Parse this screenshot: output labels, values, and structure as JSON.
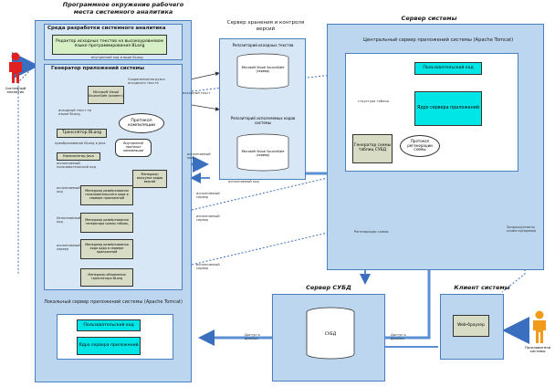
{
  "left_region": {
    "title": "Программное окружение рабочего места системного аналитика",
    "ide_header": "Среда разработки системного аналитика",
    "editor_label": "Редактор исходных текстов на высокоуровневом языке программирования BLang",
    "generator_header": "Генератор приложений системы",
    "local_server_title": "Локальный сервер приложений системы (Apache Tomcat)",
    "user_code": "Пользовательский код",
    "app_server_core": "Ядро сервера приложений"
  },
  "generator_boxes": {
    "vss_client": "Microsoft Visual SourceSafe (клиент)",
    "translator": "Транслятор BLang",
    "protocol_compile": "Протокол компиляции",
    "java_compiler": "Компилятор Java",
    "unpack_vss": "Менеджер выгрузки кодов версий",
    "interim_protocol": "Внутренний протокол компиляции",
    "mgr_app_code": "Менеджер развёртывания пользовательского кода в сервере приложений",
    "mgr_schema_gen": "Менеджер развёртывания генератора схемы таблиц",
    "mgr_schema_ext": "Менеджер развёртывания кода ядра в сервере приложений",
    "mgr_translator": "Менеджер обновления транслятора BLang"
  },
  "storage": {
    "title": "Сервер хранения и контроля версий",
    "repo_src_label": "Репозиторий исходных текстов",
    "repo_src_db": "Microsoft Visual SourceSafe (сервер)",
    "repo_exec_label": "Репозиторий исполняемых кодов системы",
    "repo_exec_db": "Microsoft Visual SourceSafe (сервер)"
  },
  "system_server": {
    "title": "Сервер системы",
    "central_title": "Центральный сервер приложений системы (Apache Tomcat)",
    "user_code": "Пользовательский код",
    "app_core": "Ядро сервера приложений",
    "schema_gen": "Генератор схемы таблиц СУБД",
    "regen_protocol": "Протокол регенерации схемы"
  },
  "dbms": {
    "title": "Сервер СУБД",
    "db_label": "СУБД"
  },
  "client": {
    "title": "Клиент системы",
    "browser": "Web-браузер"
  },
  "actors": {
    "analyst": "Системный аналитик",
    "user": "Пользователи системы"
  },
  "flow_labels": {
    "l1": "исходный текст",
    "l2": "Сохранение/загрузка исходного текста",
    "l3": "исходный текст на языке BLang",
    "l4": "преобразование BLang в Java",
    "l5": "исполняемый пользовательский код",
    "l6": "исполняемый код",
    "l7": "Регенерация схемы",
    "l8": "Запросы/ответы клиента/сервера",
    "l9": "Доступ к данным",
    "l10": "Доступ к данным",
    "l11": "исполняемый код",
    "l12": "исполняемый сервер",
    "l13": "исполняемый сервер",
    "l14": "исполняемый сервер",
    "l15": "структура таблиц",
    "l16": "исполняемый код",
    "l17": "внутренний код в виде BLang",
    "l18": "Исполняемый код",
    "l19": "исполняемый сервер"
  }
}
